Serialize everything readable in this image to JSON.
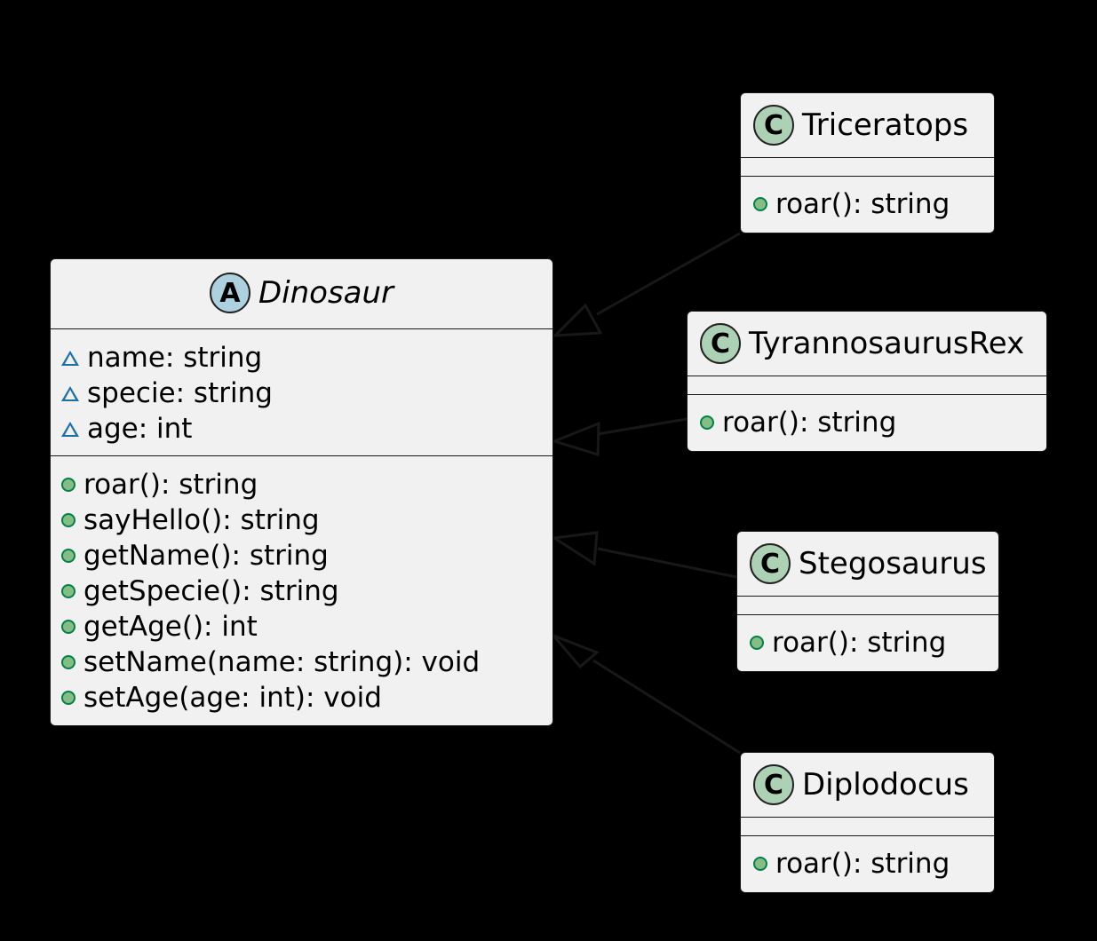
{
  "diagram": {
    "type": "uml-class-diagram",
    "background_color": "#000000",
    "box_fill_color": "#f1f1f1",
    "box_border_color": "#181818",
    "abstract_icon_color": "#ADD1DF",
    "class_icon_color": "#ADD1B4",
    "protected_marker_color": "#1d6fa5",
    "public_marker_color": "#84BE84",
    "connector_color": "#181818"
  },
  "base_class": {
    "stereotype_letter": "A",
    "name": "Dinosaur",
    "is_abstract": true,
    "attributes": [
      {
        "visibility": "protected",
        "label": "name: string"
      },
      {
        "visibility": "protected",
        "label": "specie: string"
      },
      {
        "visibility": "protected",
        "label": "age: int"
      }
    ],
    "methods": [
      {
        "visibility": "public",
        "label": "roar(): string"
      },
      {
        "visibility": "public",
        "label": "sayHello(): string"
      },
      {
        "visibility": "public",
        "label": "getName(): string"
      },
      {
        "visibility": "public",
        "label": "getSpecie(): string"
      },
      {
        "visibility": "public",
        "label": "getAge(): int"
      },
      {
        "visibility": "public",
        "label": "setName(name: string): void"
      },
      {
        "visibility": "public",
        "label": "setAge(age: int): void"
      }
    ]
  },
  "subclasses": [
    {
      "stereotype_letter": "C",
      "name": "Triceratops",
      "attributes": [],
      "methods": [
        {
          "visibility": "public",
          "label": "roar(): string"
        }
      ]
    },
    {
      "stereotype_letter": "C",
      "name": "TyrannosaurusRex",
      "attributes": [],
      "methods": [
        {
          "visibility": "public",
          "label": "roar(): string"
        }
      ]
    },
    {
      "stereotype_letter": "C",
      "name": "Stegosaurus",
      "attributes": [],
      "methods": [
        {
          "visibility": "public",
          "label": "roar(): string"
        }
      ]
    },
    {
      "stereotype_letter": "C",
      "name": "Diplodocus",
      "attributes": [],
      "methods": [
        {
          "visibility": "public",
          "label": "roar(): string"
        }
      ]
    }
  ],
  "relationships": [
    {
      "kind": "inheritance",
      "from": "Triceratops",
      "to": "Dinosaur"
    },
    {
      "kind": "inheritance",
      "from": "TyrannosaurusRex",
      "to": "Dinosaur"
    },
    {
      "kind": "inheritance",
      "from": "Stegosaurus",
      "to": "Dinosaur"
    },
    {
      "kind": "inheritance",
      "from": "Diplodocus",
      "to": "Dinosaur"
    }
  ]
}
